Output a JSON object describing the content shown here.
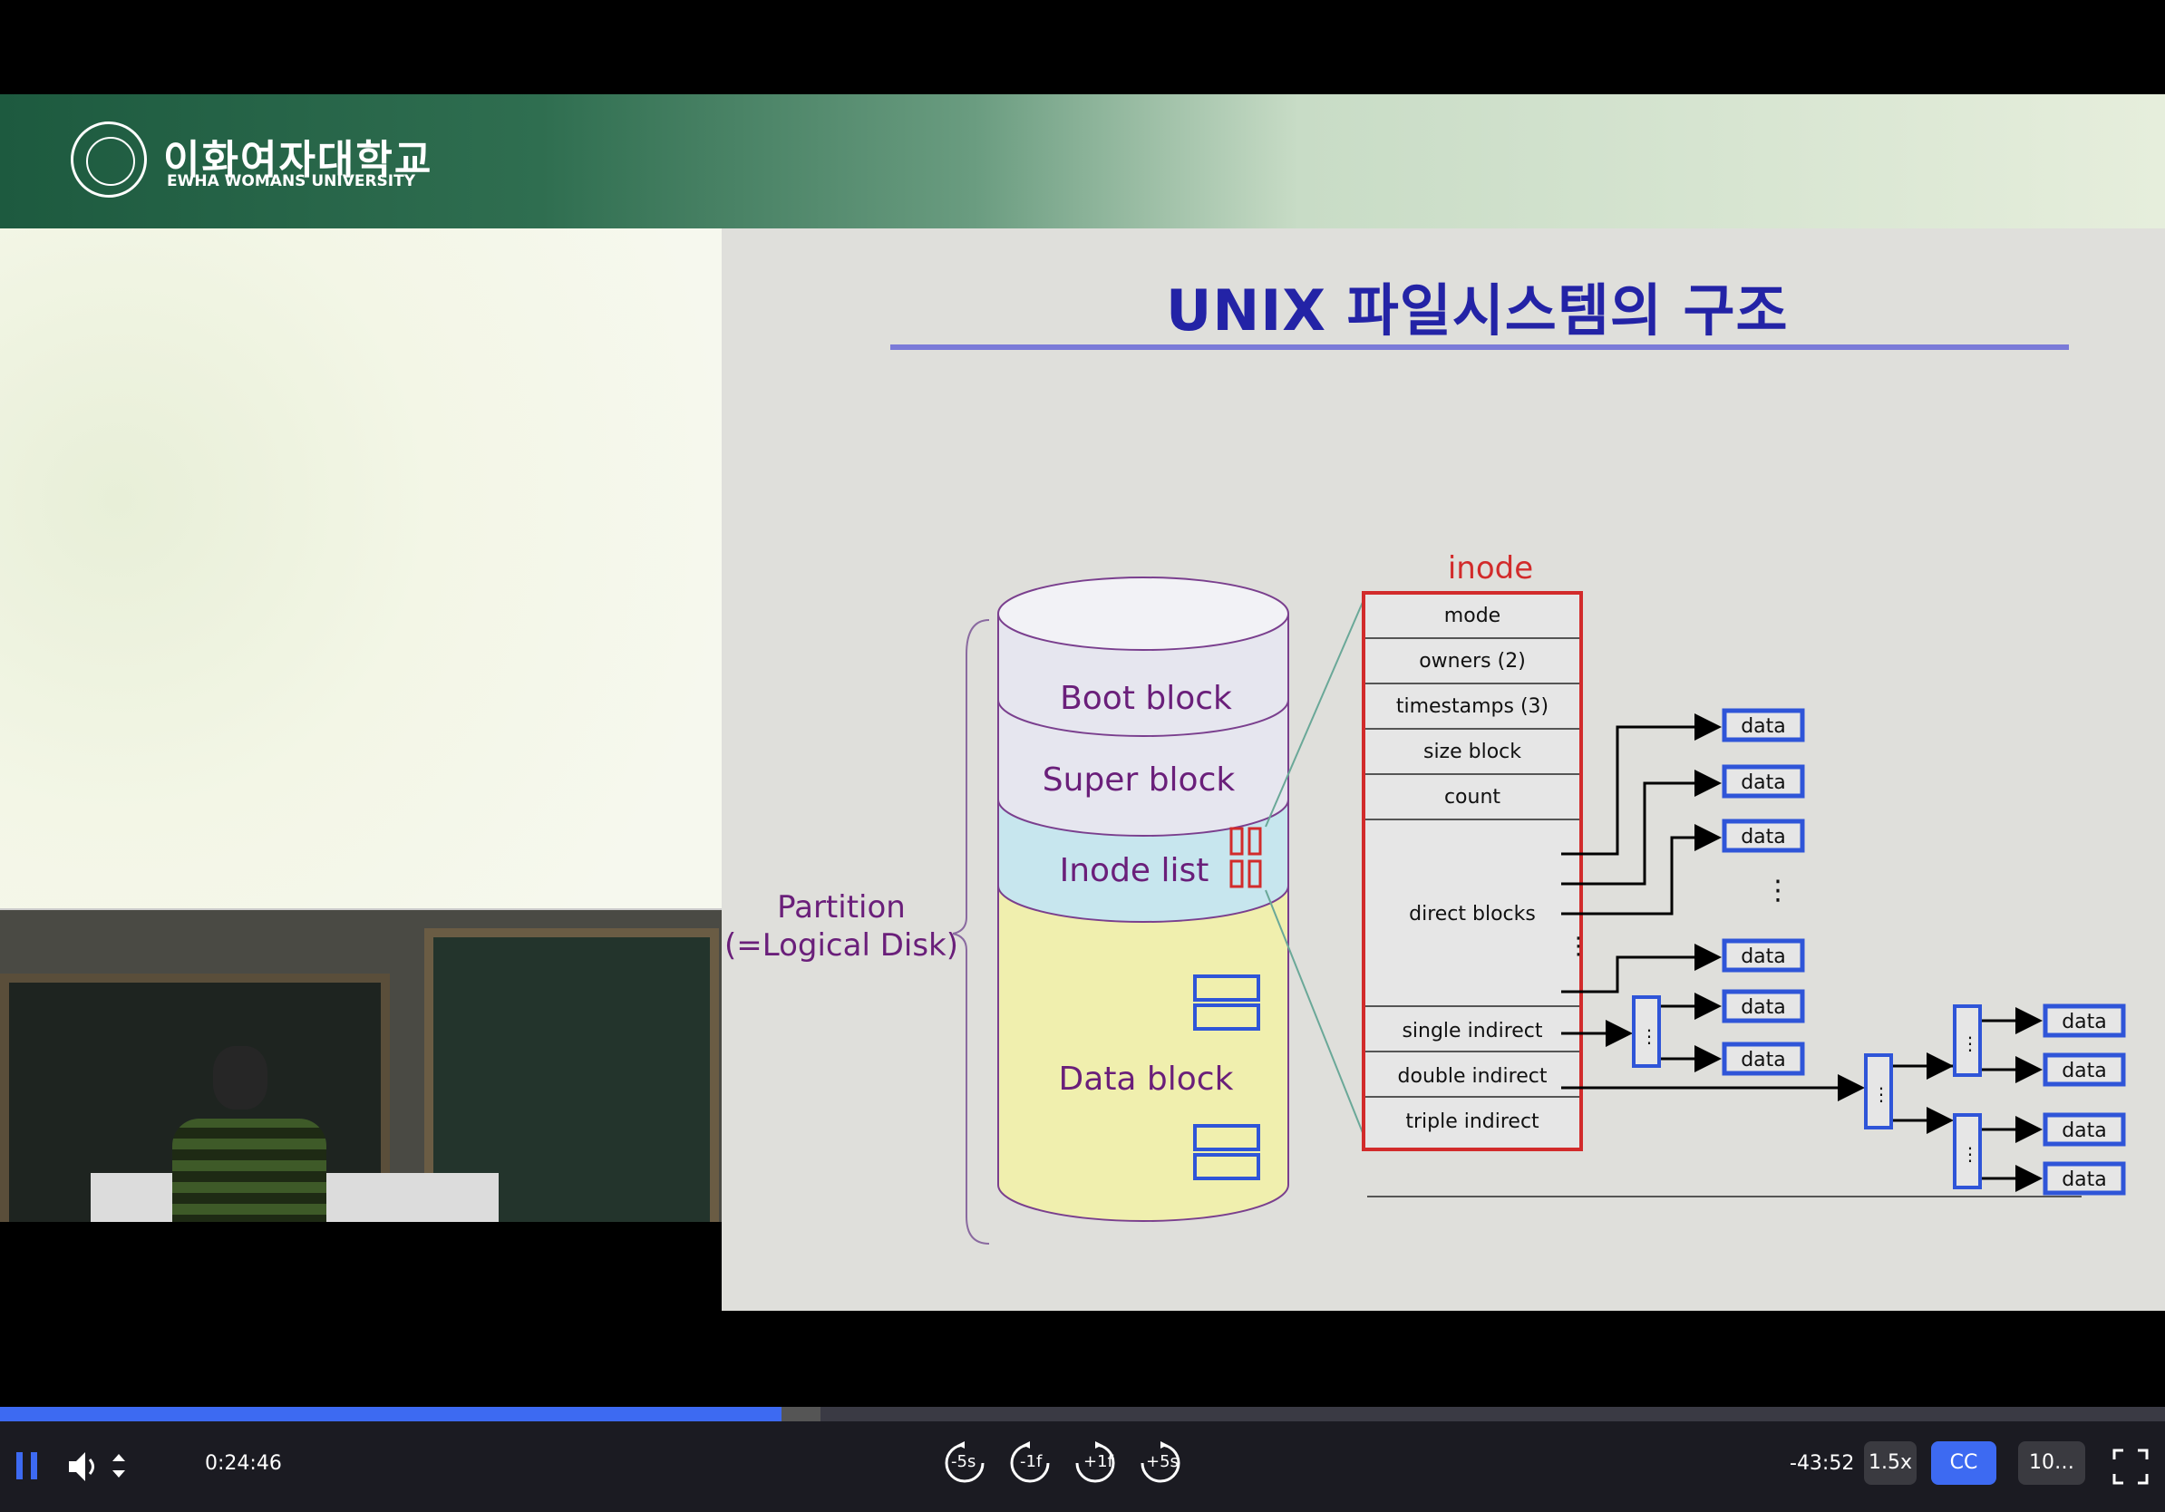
{
  "banner": {
    "logo_korean": "이화여자대학교",
    "logo_english": "EWHA WOMANS UNIVERSITY"
  },
  "slide": {
    "title": "UNIX 파일시스템의  구조",
    "partition_label": "Partition",
    "partition_sublabel": "(=Logical Disk)",
    "disk_blocks": [
      "Boot block",
      "Super block",
      "Inode list",
      "Data block"
    ],
    "inode_title": "inode",
    "inode_fields": [
      "mode",
      "owners (2)",
      "timestamps (3)",
      "size block",
      "count",
      "direct blocks",
      "single indirect",
      "double indirect",
      "triple indirect"
    ],
    "data_label": "data"
  },
  "player": {
    "elapsed": "0:24:46",
    "remaining": "-43:52",
    "progress_fraction": 0.361,
    "buffered_fraction": 0.379,
    "skip_back_5": "-5s",
    "skip_back_1f": "-1f",
    "skip_fwd_1f": "+1f",
    "skip_fwd_5": "+5s",
    "speed": "1.5x",
    "cc": "CC",
    "quality": "10…"
  },
  "colors": {
    "accent": "#3d6af2",
    "slide_title": "#2323a6",
    "inode_border": "#d22b2b",
    "data_box": "#2f55d8"
  }
}
